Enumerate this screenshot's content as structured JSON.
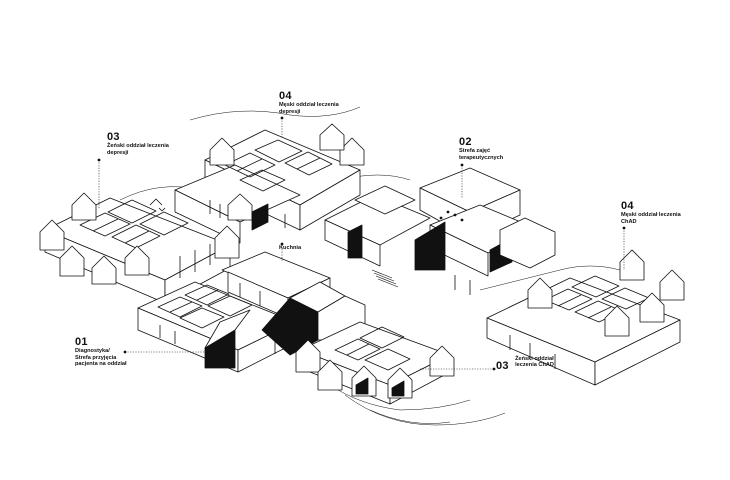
{
  "labels": {
    "diag": {
      "num": "01",
      "text": "Diagnostyka/ Strefa przyjęcia pacjenta na oddział"
    },
    "therapy": {
      "num": "02",
      "text": "Strefa zajęć terapeutycznych"
    },
    "dep_f": {
      "num": "03",
      "text": "Żeński oddział leczenia depresji"
    },
    "chad_f": {
      "num": "03",
      "text": "Żeński oddział leczenia ChAD"
    },
    "dep_m": {
      "num": "04",
      "text": "Męski oddział leczenia depresji"
    },
    "chad_m": {
      "num": "04",
      "text": "Męski oddział leczenia ChAD"
    },
    "kitchen": {
      "text": "Kuchnia"
    }
  },
  "colors": {
    "ink": "#111111",
    "paper": "#ffffff"
  }
}
